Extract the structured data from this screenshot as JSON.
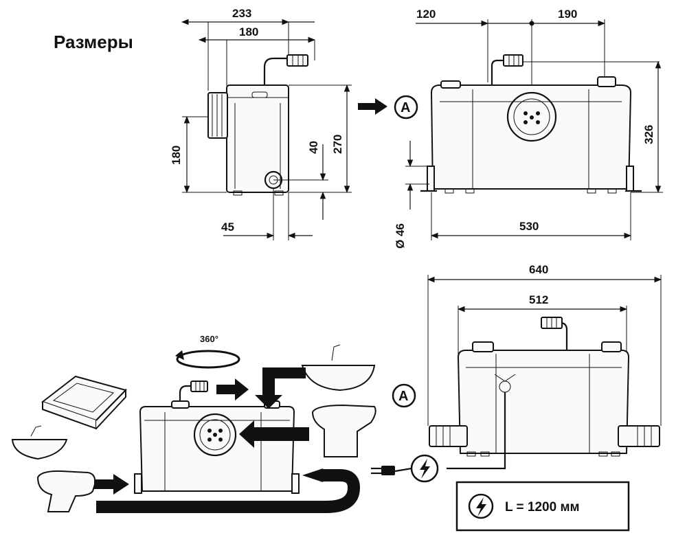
{
  "title": "Размеры",
  "dimensions": {
    "d233": "233",
    "d180_top": "180",
    "d180_side": "180",
    "d270": "270",
    "d40": "40",
    "d45": "45",
    "d120": "120",
    "d190": "190",
    "d326": "326",
    "d46": "Ø 46",
    "d530": "530",
    "d640": "640",
    "d512": "512"
  },
  "view_marker": "A",
  "rotation_label": "360°",
  "cable_length": "L = 1200 мм",
  "icons": [
    "lightning-icon",
    "view-a-marker",
    "rotation-arrow-icon",
    "flow-arrow-icon"
  ]
}
